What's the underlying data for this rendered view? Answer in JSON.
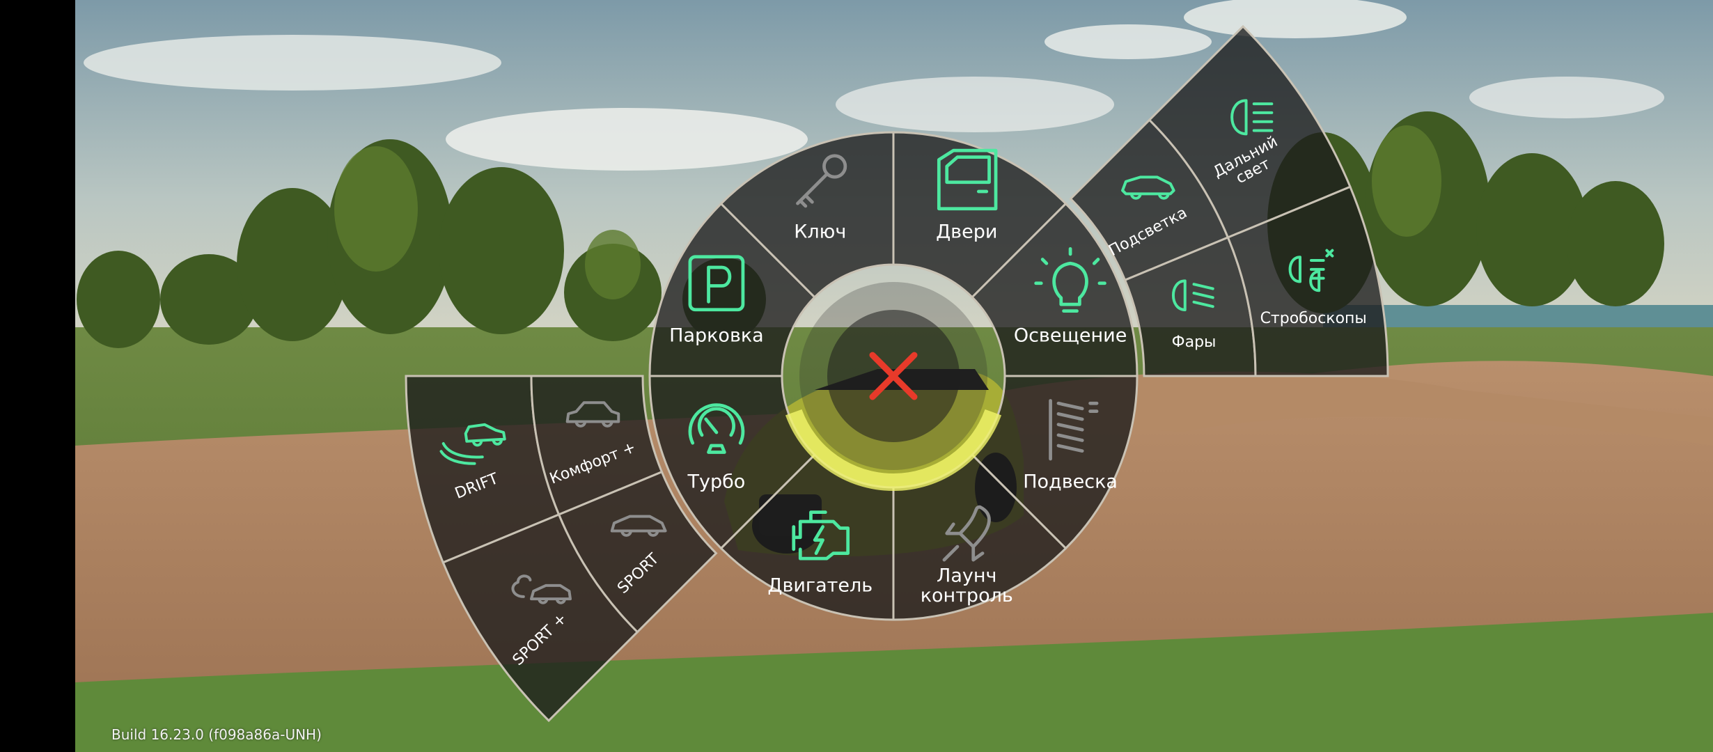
{
  "colors": {
    "accent": "#4de8a0",
    "close": "#e83a2a",
    "panel": "rgba(28,28,28,0.78)",
    "separator": "#c9c2b4",
    "highlight": "#f3f56a"
  },
  "center_button": {
    "icon": "close-x-icon"
  },
  "inner_ring": {
    "items": [
      {
        "id": "parking",
        "label": "Парковка",
        "icon": "parking-icon",
        "active": true
      },
      {
        "id": "key",
        "label": "Ключ",
        "icon": "key-icon",
        "active": false
      },
      {
        "id": "doors",
        "label": "Двери",
        "icon": "door-icon",
        "active": true
      },
      {
        "id": "lighting",
        "label": "Освещение",
        "icon": "bulb-icon",
        "active": true
      },
      {
        "id": "suspension",
        "label": "Подвеска",
        "icon": "suspension-icon",
        "active": false
      },
      {
        "id": "launch",
        "label": "Лаунч контроль",
        "icon": "rocket-icon",
        "active": false
      },
      {
        "id": "engine",
        "label": "Двигатель",
        "icon": "engine-icon",
        "active": true
      },
      {
        "id": "turbo",
        "label": "Турбо",
        "icon": "turbo-gauge-icon",
        "active": true
      }
    ]
  },
  "lighting_submenu": {
    "items": [
      {
        "id": "ambient",
        "label": "Подсветка",
        "icon": "car-glow-icon",
        "active": true
      },
      {
        "id": "high_beam",
        "label": "Дальний свет",
        "icon": "high-beam-icon",
        "active": true
      },
      {
        "id": "headlights",
        "label": "Фары",
        "icon": "headlight-icon",
        "active": true
      },
      {
        "id": "strobes",
        "label": "Стробоскопы",
        "icon": "strobe-icon",
        "active": true
      }
    ]
  },
  "mode_submenu": {
    "items": [
      {
        "id": "drift",
        "label": "DRIFT",
        "icon": "drift-car-icon",
        "active": true
      },
      {
        "id": "comfort",
        "label": "Комфорт +",
        "icon": "sedan-icon",
        "active": false
      },
      {
        "id": "sport",
        "label": "SPORT",
        "icon": "sport-car-icon",
        "active": false
      },
      {
        "id": "sport_plus",
        "label": "SPORT +",
        "icon": "smoke-car-icon",
        "active": false
      }
    ]
  },
  "build_info": "Build 16.23.0 (f098a86a-UNH)"
}
